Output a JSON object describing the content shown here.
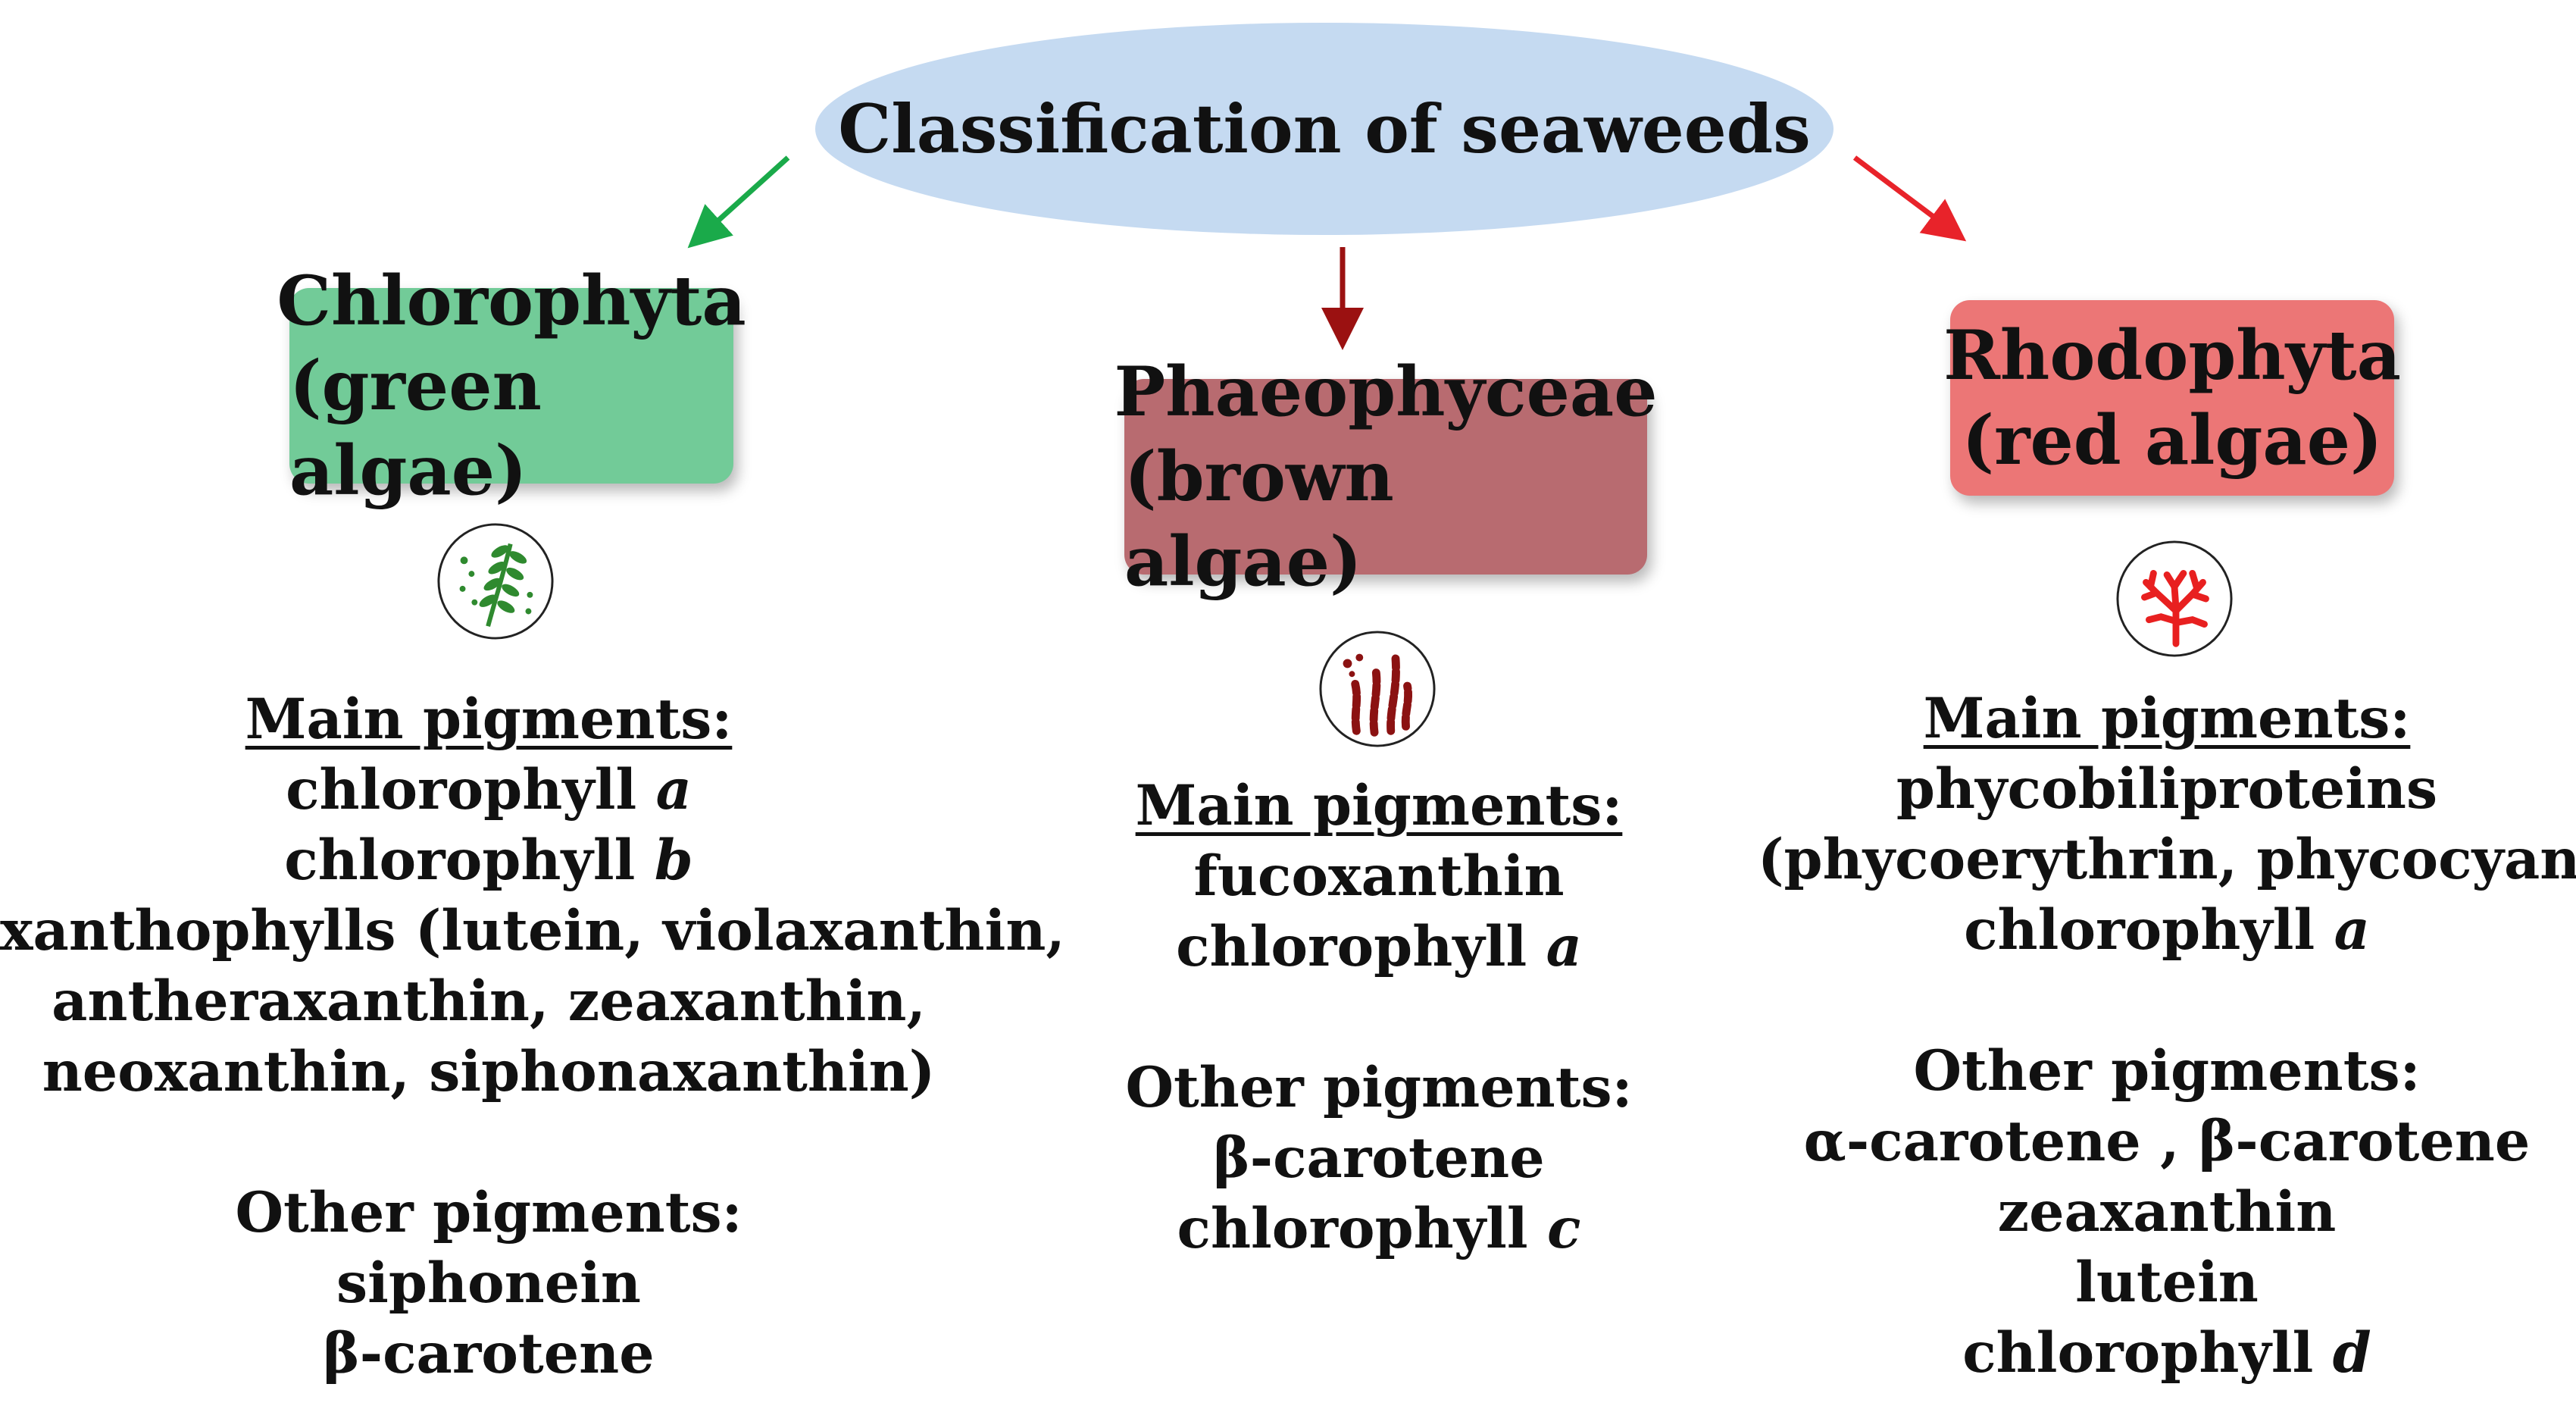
{
  "title": "Classification of seaweeds",
  "colors": {
    "ellipse": "#c5daf1",
    "green": "#72cb98",
    "brown": "#b86b70",
    "red": "#ec7676",
    "arrow_green": "#1aaa4a",
    "arrow_brown": "#9b1111",
    "arrow_red": "#e8232a",
    "icon_green": "#2f8a2f",
    "icon_brown": "#8b1212",
    "icon_red": "#e82020"
  },
  "groups": [
    {
      "name_line1": "Chlorophyta",
      "name_line2": "(green algae)",
      "icon": "green-seaweed-icon",
      "main_heading": "Main pigments:",
      "main": [
        {
          "text": "chlorophyll ",
          "sub": "a"
        },
        {
          "text": "chlorophyll ",
          "sub": "b"
        },
        {
          "text": "xanthophylls (lutein, violaxanthin,",
          "sub": ""
        },
        {
          "text": "antheraxanthin, zeaxanthin,",
          "sub": ""
        },
        {
          "text": "neoxanthin, siphonaxanthin)",
          "sub": ""
        }
      ],
      "other_heading": "Other pigments:",
      "other": [
        {
          "text": "siphonein",
          "sub": ""
        },
        {
          "text": "β-carotene",
          "sub": ""
        }
      ]
    },
    {
      "name_line1": "Phaeophyceae",
      "name_line2": "(brown algae)",
      "icon": "brown-seaweed-icon",
      "main_heading": "Main pigments:",
      "main": [
        {
          "text": "fucoxanthin",
          "sub": ""
        },
        {
          "text": "chlorophyll ",
          "sub": "a"
        }
      ],
      "other_heading": "Other pigments:",
      "other": [
        {
          "text": "β-carotene",
          "sub": ""
        },
        {
          "text": "chlorophyll ",
          "sub": "c"
        }
      ]
    },
    {
      "name_line1": "Rhodophyta",
      "name_line2": "(red algae)",
      "icon": "red-seaweed-icon",
      "main_heading": "Main pigments:",
      "main": [
        {
          "text": "phycobiliproteins",
          "sub": ""
        },
        {
          "text": "(phycoerythrin, phycocyanin)",
          "sub": ""
        },
        {
          "text": "chlorophyll ",
          "sub": "a"
        }
      ],
      "other_heading": "Other pigments:",
      "other": [
        {
          "text": "α-carotene , β-carotene",
          "sub": ""
        },
        {
          "text": "zeaxanthin",
          "sub": ""
        },
        {
          "text": "lutein",
          "sub": ""
        },
        {
          "text": "chlorophyll ",
          "sub": "d"
        }
      ]
    }
  ]
}
